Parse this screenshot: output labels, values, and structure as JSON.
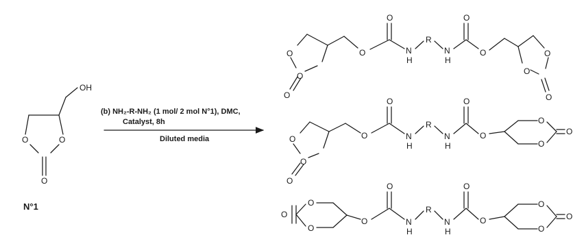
{
  "atoms": {
    "oxygen": "O",
    "nitrogen": "N",
    "hydrogen": "H",
    "r_group": "R",
    "hydroxyl": "OH"
  },
  "conditions": {
    "line1": "(b)  NH₂-R-NH₂  (1 mol/ 2 mol N°1), DMC,",
    "line2": "Catalyst,  8h",
    "line3": "Diluted media"
  },
  "compound_label": "N°1"
}
